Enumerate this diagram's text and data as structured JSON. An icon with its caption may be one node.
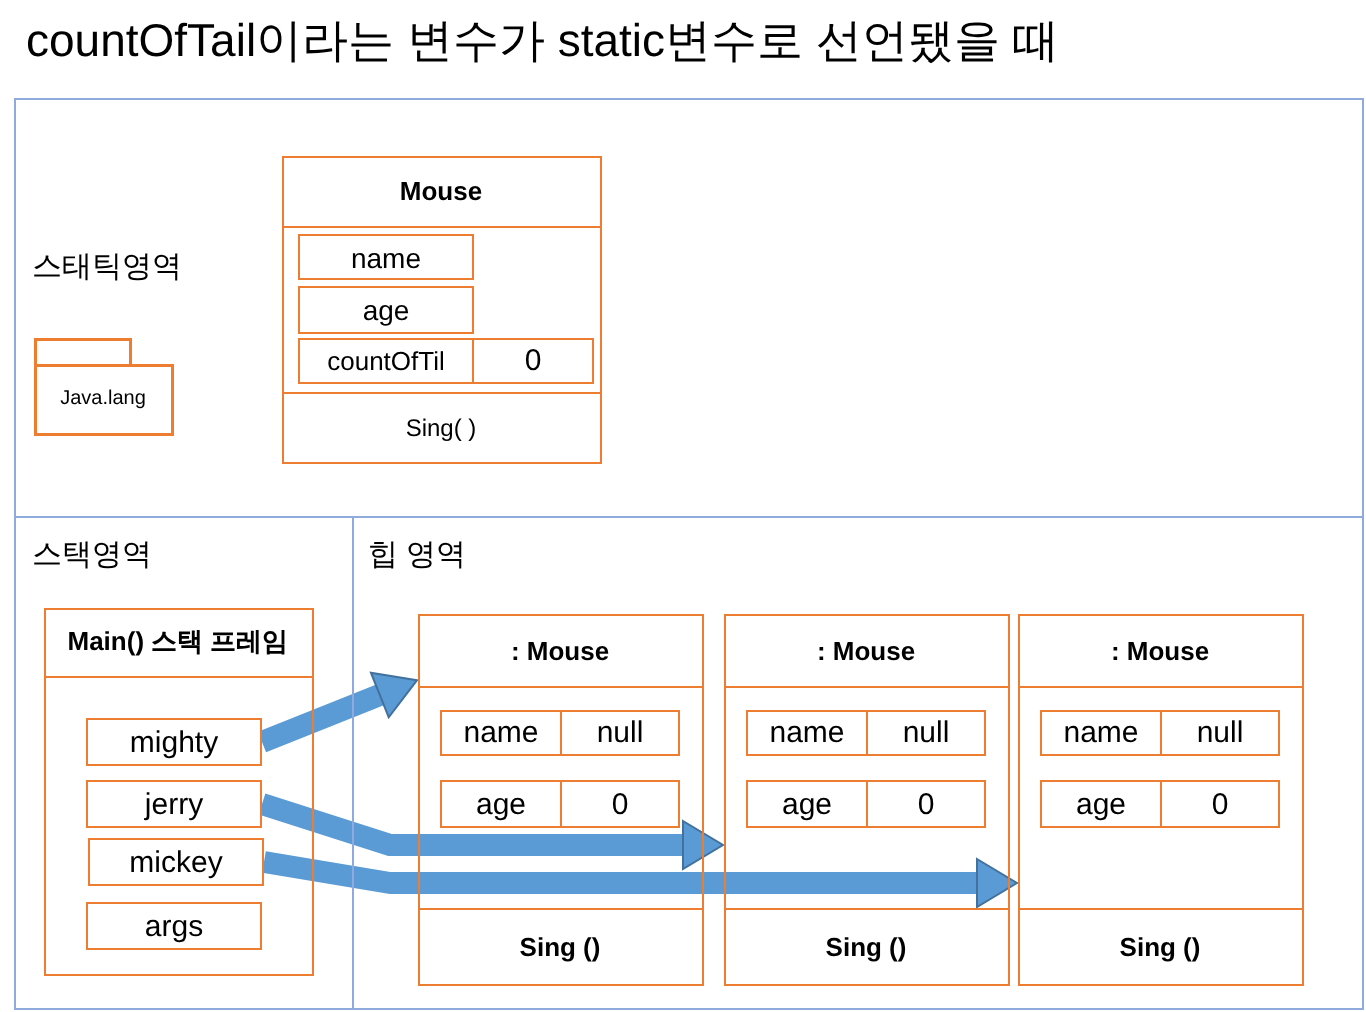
{
  "diagram": {
    "title": "countOfTail이라는 변수가 static변수로 선언됐을 때",
    "nodes": [
      {
        "text": [
          "스태틱영역"
        ]
      },
      {
        "text": [
          "Java.lang"
        ],
        "in": 0
      },
      {
        "text": [
          "Mouse",
          "Sing( )"
        ],
        "in": 0
      },
      {
        "text": [
          "name"
        ],
        "in": 2
      },
      {
        "text": [
          "age"
        ],
        "in": 2
      },
      {
        "text": [
          "countOfTil"
        ],
        "in": 2
      },
      {
        "text": [
          "0"
        ],
        "in": 2
      },
      {
        "text": [
          "스택영역"
        ]
      },
      {
        "text": [
          "Main() 스택 프레임"
        ],
        "in": 7
      },
      {
        "text": [
          "mighty"
        ],
        "in": 8
      },
      {
        "text": [
          "jerry"
        ],
        "in": 8
      },
      {
        "text": [
          "mickey"
        ],
        "in": 8
      },
      {
        "text": [
          "args"
        ],
        "in": 8
      },
      {
        "text": [
          "힙 영역"
        ]
      },
      {
        "text": [
          ": Mouse",
          "Sing ()"
        ],
        "in": 13
      },
      {
        "text": [
          "name"
        ],
        "in": 14
      },
      {
        "text": [
          "null"
        ],
        "in": 14
      },
      {
        "text": [
          "age"
        ],
        "in": 14
      },
      {
        "text": [
          "0"
        ],
        "in": 14
      },
      {
        "text": [
          ": Mouse",
          "Sing ()"
        ],
        "in": 13
      },
      {
        "text": [
          "name"
        ],
        "in": 19
      },
      {
        "text": [
          "null"
        ],
        "in": 19
      },
      {
        "text": [
          "age"
        ],
        "in": 19
      },
      {
        "text": [
          "0"
        ],
        "in": 19
      },
      {
        "text": [
          ": Mouse",
          "Sing ()"
        ],
        "in": 13
      },
      {
        "text": [
          "name"
        ],
        "in": 24
      },
      {
        "text": [
          "null"
        ],
        "in": 24
      },
      {
        "text": [
          "age"
        ],
        "in": 24
      },
      {
        "text": [
          "0"
        ],
        "in": 24
      }
    ],
    "edges": [
      {
        "from": 9,
        "to": 14,
        "arrow": "to"
      },
      {
        "from": 10,
        "to": 19,
        "arrow": "to"
      },
      {
        "from": 11,
        "to": 24,
        "arrow": "to"
      }
    ]
  }
}
